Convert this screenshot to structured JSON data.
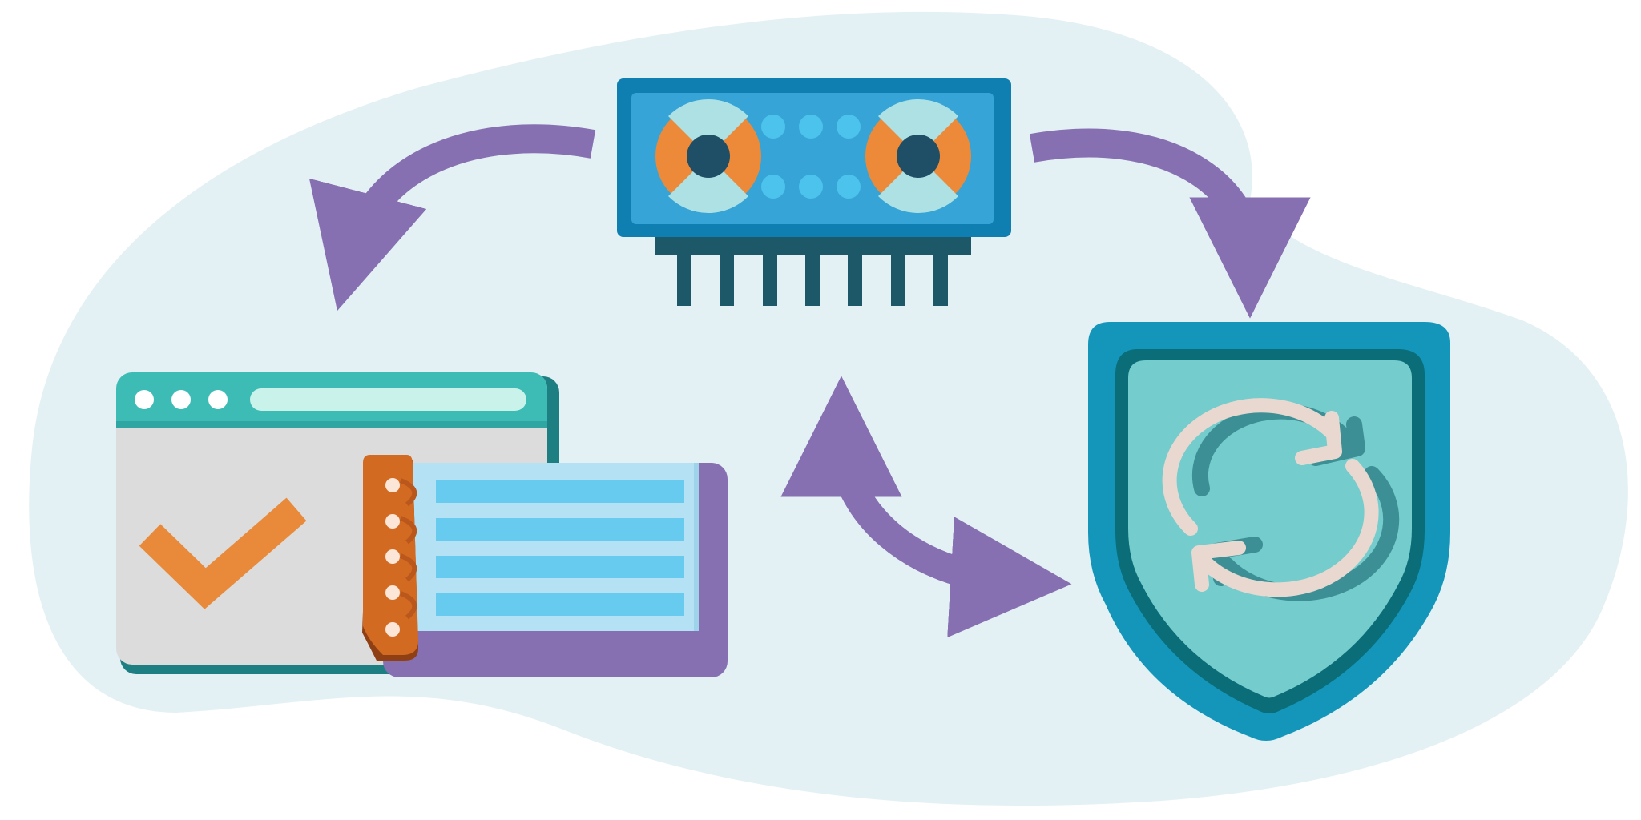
{
  "colors": {
    "background": "#ffffff",
    "blob": "#e4f1f4",
    "arrow": "#8770b2",
    "module_frame": "#0f7fb2",
    "module_panel": "#36a4d6",
    "module_dot": "#4cc3ec",
    "module_pin": "#1d5868",
    "lens_orange": "#ec8a3a",
    "lens_light": "#aee1e4",
    "lens_center": "#1f4f66",
    "window_bar": "#3dbcb6",
    "window_bar_dark": "#1d7f82",
    "window_body": "#dcdcdc",
    "window_field": "#c8f2ea",
    "check": "#e88a3a",
    "binder_spine": "#d36a22",
    "binder_shadow": "#8f3f14",
    "page_purple": "#8770b2",
    "page_sheet": "#b4e2f4",
    "page_line": "#67cbef",
    "shield_outer": "#1496bb",
    "shield_ring": "#0a6d78",
    "shield_inner": "#74cccc",
    "sync_arrows": "#e9d8d0",
    "sync_shadow": "#3b8f95"
  },
  "icons": [
    "hardware-module-icon",
    "browser-window-icon",
    "checkmark-icon",
    "notebook-document-icon",
    "shield-icon",
    "sync-icon",
    "arrow-module-to-window",
    "arrow-module-to-shield",
    "arrow-bidirectional-document-shield"
  ]
}
